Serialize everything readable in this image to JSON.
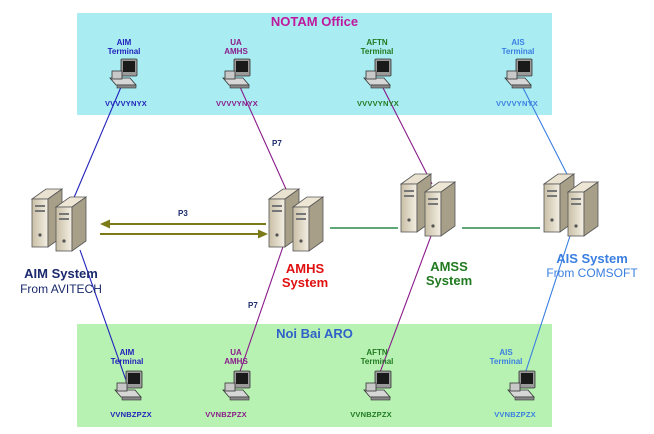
{
  "colors": {
    "top_band": "#a9ecf2",
    "bottom_band": "#b8f2b3",
    "band_title": "#c0189c",
    "bottom_title": "#2f62c8",
    "blue": "#2222bb",
    "purple": "#8a1b8a",
    "green": "#217a21",
    "lightblue": "#3a7fe0",
    "red": "#e01010",
    "olive": "#7b7a18",
    "server_link": "#2a8a4a"
  },
  "top_band": {
    "title": "NOTAM Office"
  },
  "bottom_band": {
    "title": "Noi Bai ARO"
  },
  "top_terminals": [
    {
      "name": "AIM\nTerminal",
      "code": "VVVVYNYX",
      "color": "blue"
    },
    {
      "name": "UA\nAMHS",
      "code": "VVVVYNYX",
      "color": "purple"
    },
    {
      "name": "AFTN\nTerminal",
      "code": "VVVVYNYX",
      "color": "green"
    },
    {
      "name": "AIS\nTerminal",
      "code": "VVVVYNYX",
      "color": "lightblue"
    }
  ],
  "bottom_terminals": [
    {
      "name": "AIM\nTerminal",
      "code": "VVNBZPZX",
      "color": "blue"
    },
    {
      "name": "UA\nAMHS",
      "code": "VVNBZPZX",
      "color": "purple"
    },
    {
      "name": "AFTN\nTerminal",
      "code": "VVNBZPZX",
      "color": "green"
    },
    {
      "name": "AIS\nTerminal",
      "code": "VVNBZPZX",
      "color": "lightblue"
    }
  ],
  "systems": {
    "aim": {
      "title": "AIM System",
      "subtitle": "From AVITECH"
    },
    "amhs": {
      "title": "AMHS\nSystem"
    },
    "amss": {
      "title": "AMSS\nSystem"
    },
    "ais": {
      "title": "AIS System",
      "subtitle": "From COMSOFT"
    }
  },
  "links": {
    "p3": "P3",
    "p7_top": "P7",
    "p7_bottom": "P7"
  },
  "icons": {
    "terminal": "computer-terminal-icon",
    "server": "server-pair-icon"
  }
}
